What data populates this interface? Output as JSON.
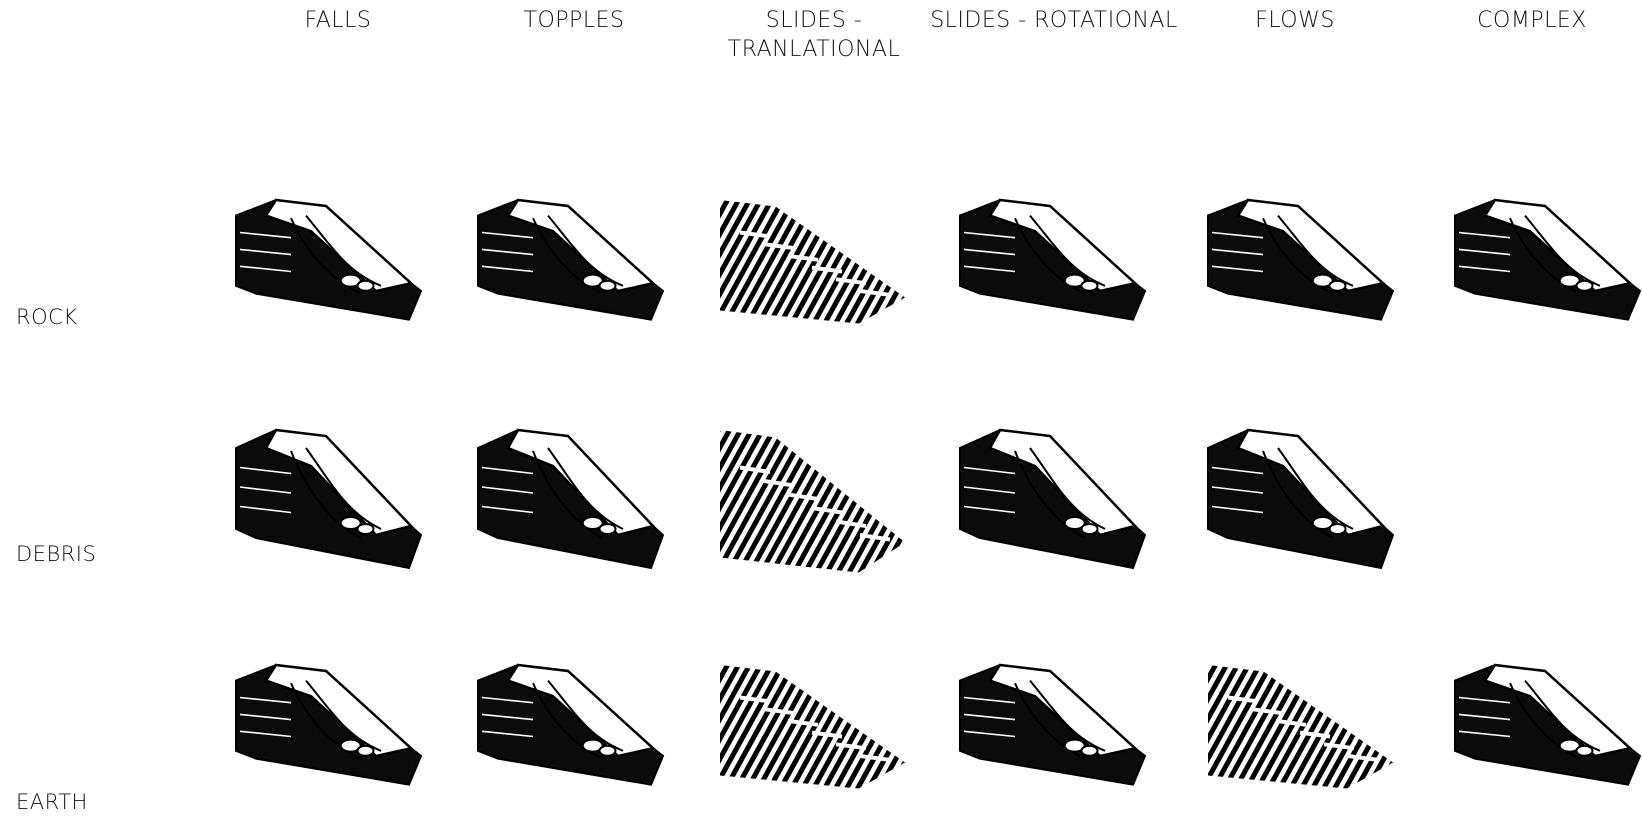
{
  "columns": {
    "falls": "FALLS",
    "topples": "TOPPLES",
    "slides_translational_1": "SLIDES -",
    "slides_translational_2": "TRANLATIONAL",
    "slides_rotational": "SLIDES - ROTATIONAL",
    "flows": "FLOWS",
    "complex": "COMPLEX"
  },
  "rows": {
    "rock": "ROCK",
    "debris": "DEBRIS",
    "earth": "EARTH"
  },
  "cells": [
    {
      "row": "rock",
      "col": "falls",
      "style": "solid"
    },
    {
      "row": "rock",
      "col": "topples",
      "style": "solid"
    },
    {
      "row": "rock",
      "col": "slides_translational",
      "style": "hatched"
    },
    {
      "row": "rock",
      "col": "slides_rotational",
      "style": "solid"
    },
    {
      "row": "rock",
      "col": "flows",
      "style": "solid"
    },
    {
      "row": "rock",
      "col": "complex",
      "style": "solid"
    },
    {
      "row": "debris",
      "col": "falls",
      "style": "solid"
    },
    {
      "row": "debris",
      "col": "topples",
      "style": "solid"
    },
    {
      "row": "debris",
      "col": "slides_translational",
      "style": "hatched"
    },
    {
      "row": "debris",
      "col": "slides_rotational",
      "style": "solid"
    },
    {
      "row": "debris",
      "col": "flows",
      "style": "solid"
    },
    {
      "row": "debris",
      "col": "complex",
      "style": "empty"
    },
    {
      "row": "earth",
      "col": "falls",
      "style": "solid"
    },
    {
      "row": "earth",
      "col": "topples",
      "style": "solid"
    },
    {
      "row": "earth",
      "col": "slides_translational",
      "style": "hatched"
    },
    {
      "row": "earth",
      "col": "slides_rotational",
      "style": "solid"
    },
    {
      "row": "earth",
      "col": "flows",
      "style": "hatched"
    },
    {
      "row": "earth",
      "col": "complex",
      "style": "solid"
    }
  ]
}
